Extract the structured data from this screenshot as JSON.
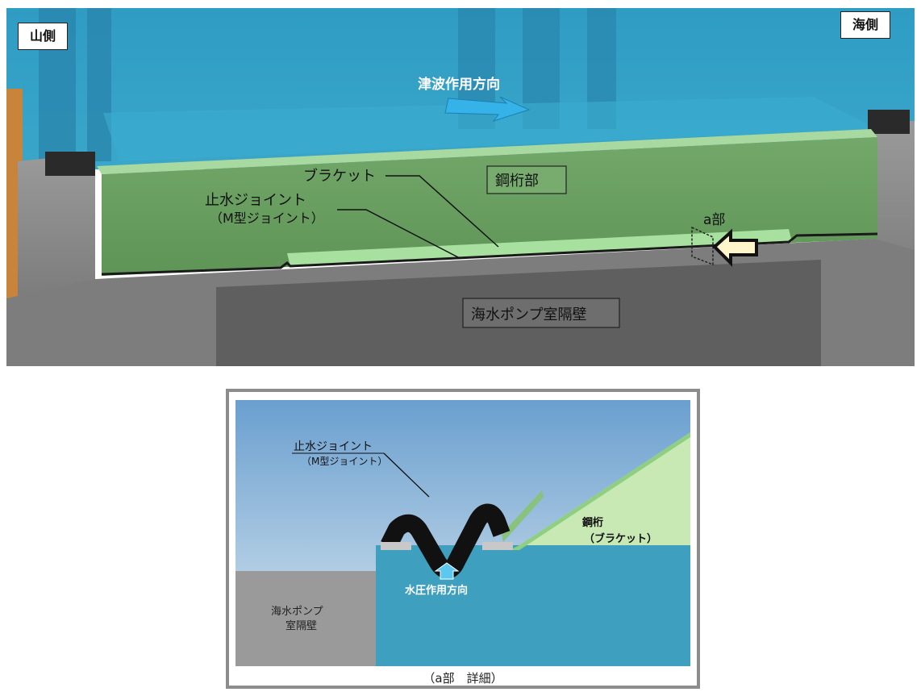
{
  "top": {
    "left_label": "山側",
    "right_label": "海側",
    "tsunami_direction": "津波作用方向",
    "bracket_label": "ブラケット",
    "joint_label_1": "止水ジョイント",
    "joint_label_2": "（M型ジョイント）",
    "steel_girder_label": "鋼桁部",
    "part_a_label": "a部",
    "wall_label": "海水ポンプ室隔壁"
  },
  "detail": {
    "joint_label_1": "止水ジョイント",
    "joint_label_2": "（M型ジョイント）",
    "girder_label_1": "鋼桁",
    "girder_label_2": "（ブラケット）",
    "pressure_direction": "水圧作用方向",
    "wall_label_1": "海水ポンプ",
    "wall_label_2": "室隔壁",
    "caption": "（a部　詳細）"
  }
}
